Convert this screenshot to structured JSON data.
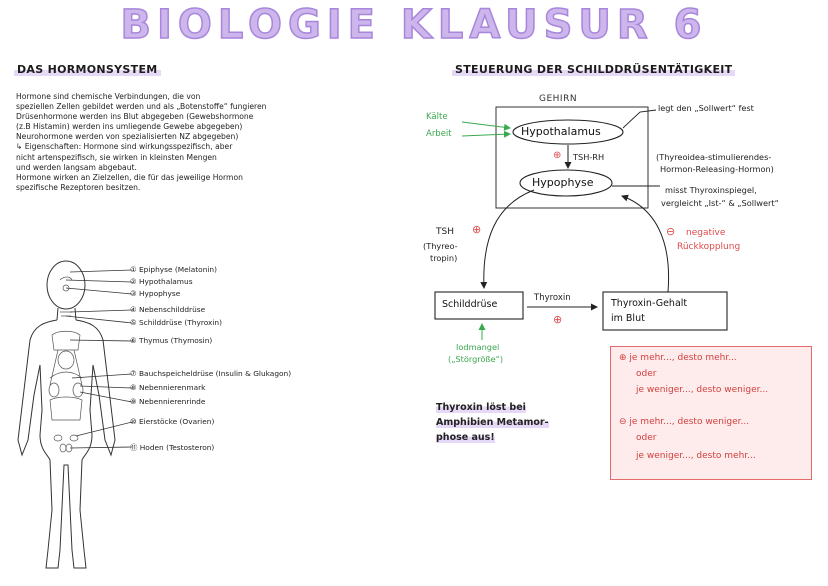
{
  "title": "BIOLOGIE KLAUSUR 6",
  "left": {
    "heading": "DAS HORMONSYSTEM",
    "intro_lines": [
      "Hormone sind chemische Verbindungen, die von",
      "speziellen Zellen gebildet werden und als „Botenstoffe“ fungieren",
      "Drüsenhormone werden ins Blut abgegeben (Gewebshormone",
      "(z.B Histamin) werden ins umliegende Gewebe abgegeben)",
      "Neurohormone werden von spezialisierten NZ abgegeben)",
      "↳ Eigenschaften: Hormone sind wirkungsspezifisch, aber",
      "nicht artenspezifisch, sie wirken in kleinsten Mengen",
      "und werden langsam abgebaut.",
      "Hormone wirken an Zielzellen, die für das jeweilige Hormon",
      "spezifische Rezeptoren besitzen."
    ],
    "organs": [
      "① Epiphyse (Melatonin)",
      "② Hypothalamus",
      "③ Hypophyse",
      "④ Nebenschilddrüse",
      "⑤ Schilddrüse (Thyroxin)",
      "⑥ Thymus (Thymosin)",
      "⑦ Bauchspeicheldrüse (Insulin & Glukagon)",
      "⑧ Nebennierenmark",
      "⑨ Nebennierenrinde",
      "⑩ Eierstöcke (Ovarien)",
      "⑪ Hoden (Testosteron)"
    ]
  },
  "right": {
    "heading": "STEUERUNG DER SCHILDDRÜSENTÄTIGKEIT",
    "brain_label": "GEHIRN",
    "hypothalamus": "Hypothalamus",
    "hypophyse": "Hypophyse",
    "kaelte": "Kälte",
    "arbeit": "Arbeit",
    "sollwert_note": "legt den „Sollwert“ fest",
    "plus": "⊕",
    "minus": "⊖",
    "tsh_rh": "TSH-RH",
    "trh_line1": "(Thyreoidea-stimulierendes-",
    "trh_line2": "Hormon-Releasing-Hormon)",
    "misst_line1": "misst Thyroxinspiegel,",
    "misst_line2": "vergleicht „Ist-“ & „Sollwert“",
    "tsh": "TSH",
    "tsh_full1": "(Thyreo-",
    "tsh_full2": "tropin)",
    "negative1": "negative",
    "negative2": "Rückkopplung",
    "schilddruese": "Schilddrüse",
    "thyroxin": "Thyroxin",
    "gehalt1": "Thyroxin-Gehalt",
    "gehalt2": "im Blut",
    "iodmangel1": "Iodmangel",
    "iodmangel2": "(„Störgröße“)",
    "rules": [
      "⊕ je mehr..., desto mehr...",
      "oder",
      "je weniger..., desto weniger...",
      "⊖ je mehr..., desto weniger...",
      "oder",
      "je weniger..., desto mehr..."
    ],
    "note1": "Thyroxin löst bei",
    "note2": "Amphibien Metamor-",
    "note3": "phose aus!"
  }
}
